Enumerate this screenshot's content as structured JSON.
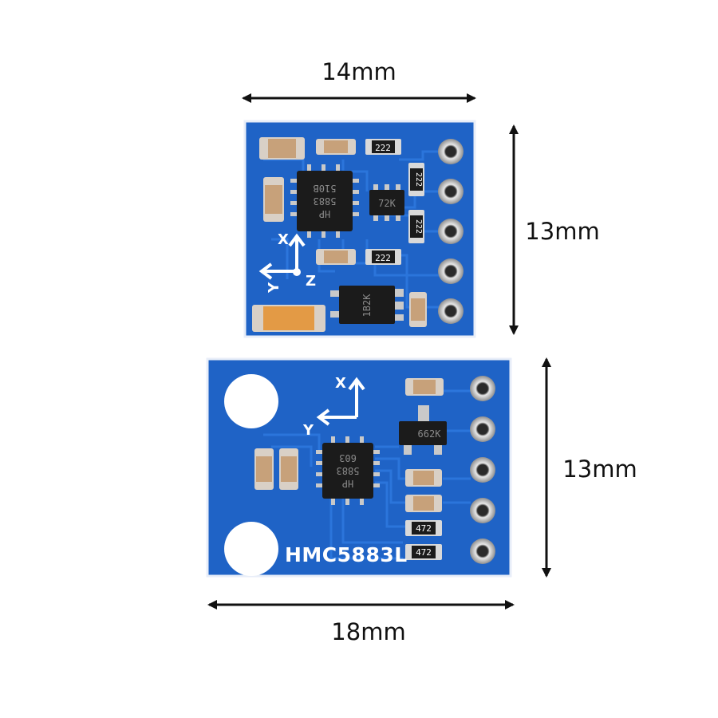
{
  "colors": {
    "background": "#ffffff",
    "pcb_blue": "#1f63c6",
    "pcb_dark": "#1a4fa3",
    "trace_blue": "#2a74d8",
    "pad_silver": "#c9c9c9",
    "chip_black": "#1b1b1b",
    "cap_tan": "#c7a17a",
    "tantalum_orange": "#e39a45",
    "silkscreen": "#ffffff",
    "arrow": "#111111"
  },
  "dimensions": {
    "top_width": "14mm",
    "top_height": "13mm",
    "bottom_height": "13mm",
    "bottom_width": "18mm"
  },
  "top_board": {
    "axis_x": "X",
    "axis_y": "Y",
    "axis_z": "Z",
    "chip_lines": [
      "HP",
      "5883",
      "510B"
    ],
    "ic_label": "72K",
    "regulator_label": "1B2K",
    "resistor_labels": [
      "222",
      "222",
      "222",
      "222"
    ]
  },
  "bottom_board": {
    "axis_x": "X",
    "axis_y": "Y",
    "chip_lines": [
      "HP",
      "5883",
      "603"
    ],
    "regulator_label": "662K",
    "resistor_labels": [
      "472",
      "472"
    ],
    "part_name": "HMC5883L"
  }
}
